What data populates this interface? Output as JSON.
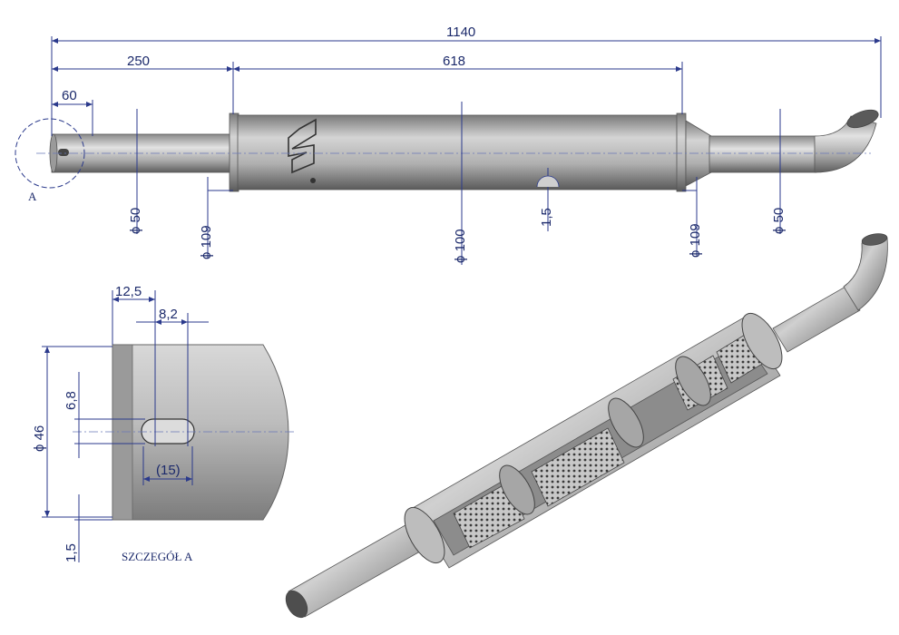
{
  "dimensions": {
    "overall_length": "1140",
    "inlet_length": "250",
    "detail_offset": "60",
    "body_length": "618",
    "inlet_pipe_dia": "ϕ 50",
    "body_flange_dia_left": "ϕ 109",
    "body_dia": "ϕ 100",
    "wall_thickness": "1,5",
    "body_flange_dia_right": "ϕ 109",
    "outlet_pipe_dia": "ϕ 50"
  },
  "detail": {
    "marker": "A",
    "caption": "SZCZEGÓŁ A",
    "edge_offset": "12,5",
    "slot_width": "8,2",
    "slot_height": "6,8",
    "pipe_dia": "ϕ 46",
    "slot_length": "(15)",
    "wall_thickness": "1,5"
  },
  "colors": {
    "dimension": "#2b3a8c",
    "metal_light": "#d6d6d6",
    "metal_dark": "#6e6e6e"
  }
}
